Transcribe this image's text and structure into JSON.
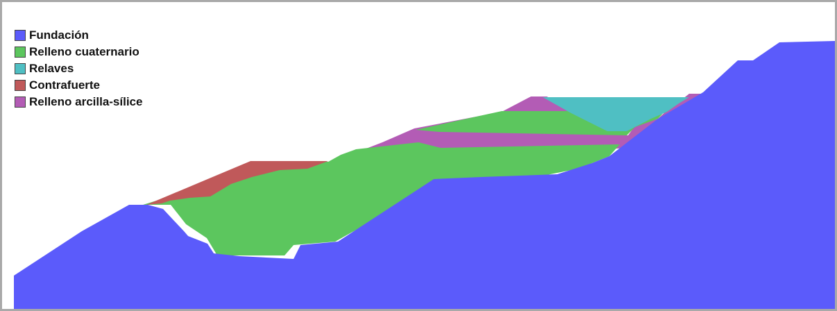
{
  "legend": [
    {
      "label": "Fundación",
      "color": "#5b5bfb"
    },
    {
      "label": "Relleno cuaternario",
      "color": "#5cc65e"
    },
    {
      "label": "Relaves",
      "color": "#4fbfc3"
    },
    {
      "label": "Contrafuerte",
      "color": "#c0595a"
    },
    {
      "label": "Relleno arcilla-sílice",
      "color": "#b35cb5"
    }
  ]
}
